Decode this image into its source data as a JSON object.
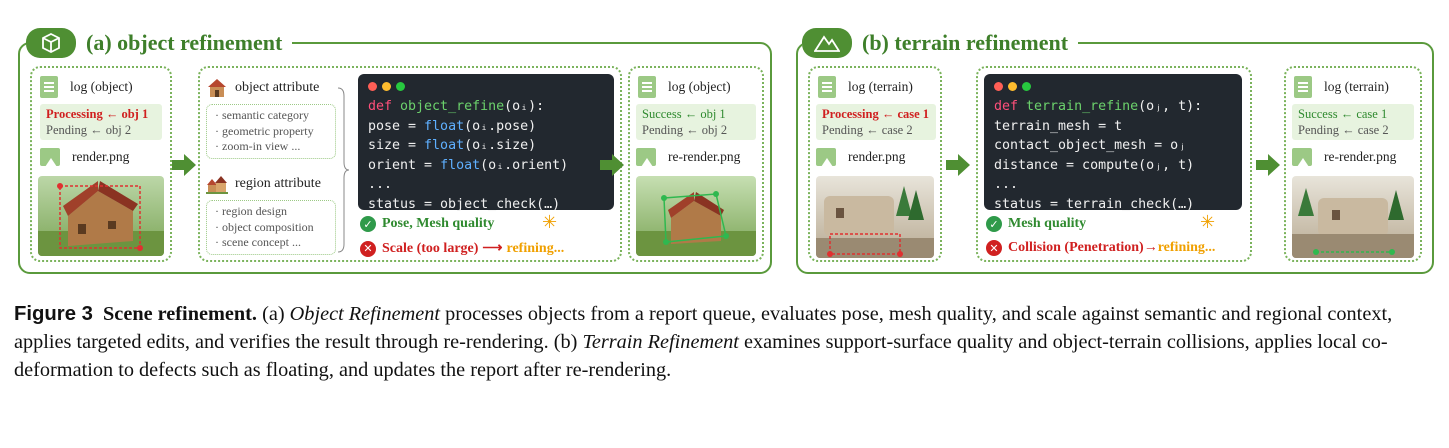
{
  "panel_a": {
    "title": "(a) object refinement",
    "log_before": {
      "label": "log (object)",
      "processing": "Processing ← obj 1",
      "pending": "Pending ← obj 2",
      "render": "render.png"
    },
    "object_attribute": {
      "title": "object attribute",
      "items": [
        "semantic category",
        "geometric property",
        "zoom-in view ..."
      ]
    },
    "region_attribute": {
      "title": "region attribute",
      "items": [
        "region design",
        "object composition",
        "scene concept ..."
      ]
    },
    "code": {
      "l1_kw": "def ",
      "l1_fn": "object_refine",
      "l1_rest": "(oᵢ):",
      "l2a": "  pose = ",
      "l2b": "float",
      "l2c": "(oᵢ.pose)",
      "l3a": "  size = ",
      "l3b": "float",
      "l3c": "(oᵢ.size)",
      "l4a": "  orient = ",
      "l4b": "float",
      "l4c": "(oᵢ.orient)",
      "l5": "  ...",
      "l6": "  status = object_check(…)"
    },
    "check_ok": "Pose, Mesh quality",
    "check_fail": "Scale (too large)",
    "check_arrow": "⟶",
    "refining": "refining...",
    "log_after": {
      "label": "log (object)",
      "success": "Success ← obj 1",
      "pending": "Pending ← obj 2",
      "render": "re-render.png"
    }
  },
  "panel_b": {
    "title": "(b) terrain refinement",
    "log_before": {
      "label": "log (terrain)",
      "processing": "Processing ← case 1",
      "pending": "Pending ← case 2",
      "render": "render.png"
    },
    "code": {
      "l1_kw": "def ",
      "l1_fn": "terrain_refine",
      "l1_rest": "(oⱼ, t):",
      "l2": "  terrain_mesh = t",
      "l3": "  contact_object_mesh = oⱼ",
      "l4": "  distance = compute(oⱼ, t)",
      "l5": "  ...",
      "l6": "  status = terrain_check(…)"
    },
    "check_ok": "Mesh quality",
    "check_fail": "Collision (Penetration)",
    "check_arrow": "→",
    "refining": "refining...",
    "log_after": {
      "label": "log (terrain)",
      "success": "Success ← case 1",
      "pending": "Pending ← case 2",
      "render": "re-render.png"
    }
  },
  "caption": {
    "fig": "Figure 3",
    "title": "Scene refinement.",
    "a_label": "(a)",
    "a_term": "Object Refinement",
    "a_text": "processes objects from a report queue, evaluates pose, mesh quality, and scale against semantic and regional context, applies targeted edits, and verifies the result through re-rendering.",
    "b_label": "(b)",
    "b_term": "Terrain Refinement",
    "b_text": "examines support-surface quality and object-terrain collisions, applies local co-deformation to defects such as floating, and updates the report after re-rendering."
  },
  "colors": {
    "accent": "#5a9a3c",
    "code_bg": "#22282f",
    "error": "#d02020",
    "warning": "#f0a000"
  }
}
